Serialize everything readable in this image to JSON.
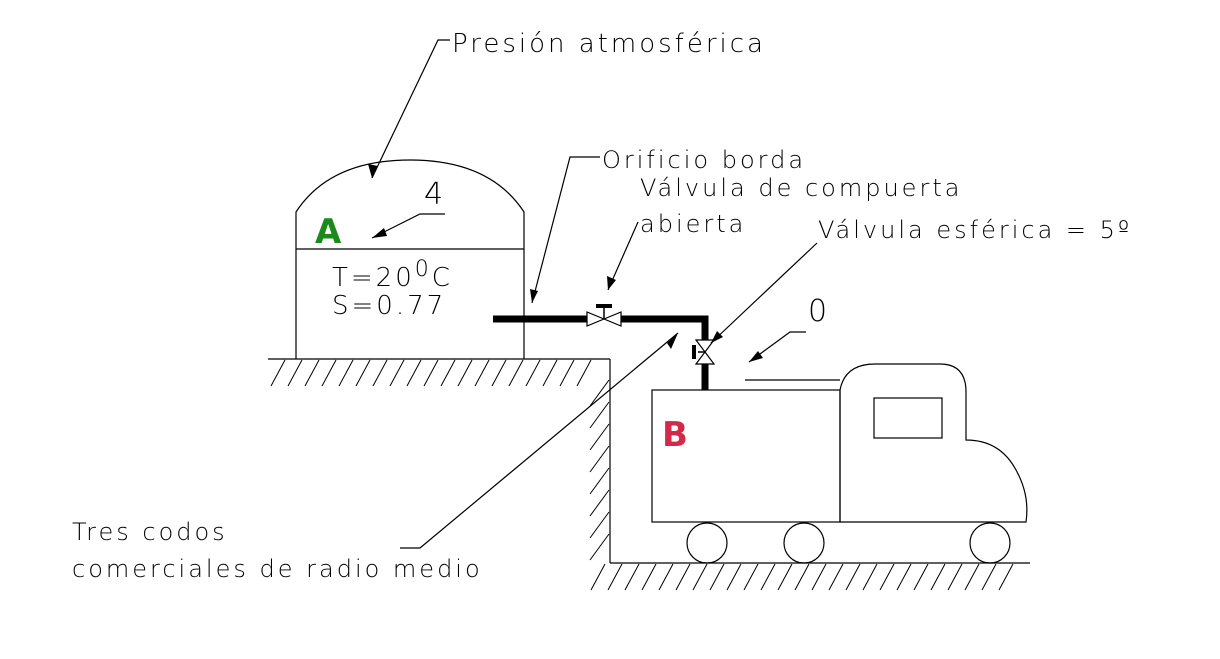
{
  "labels": {
    "atmospheric": "Presión atmosférica",
    "orifice": "Orificio borda",
    "gate_valve_line1": "Válvula de compuerta",
    "gate_valve_line2": "abierta",
    "globe_valve": "Válvula esférica = 5º",
    "elbows_line1": "Tres codos",
    "elbows_line2": "comerciales de radio medio",
    "tank_a": "A",
    "tank_b": "B",
    "level_a": "4",
    "level_b": "0",
    "temperature_prefix": "T=20",
    "temperature_sup": "0",
    "temperature_unit": "C",
    "specific_gravity": "S=0.77"
  },
  "colors": {
    "tank_a_label": "#1a8a1a",
    "tank_b_label": "#d42a4a",
    "line": "#000000"
  }
}
